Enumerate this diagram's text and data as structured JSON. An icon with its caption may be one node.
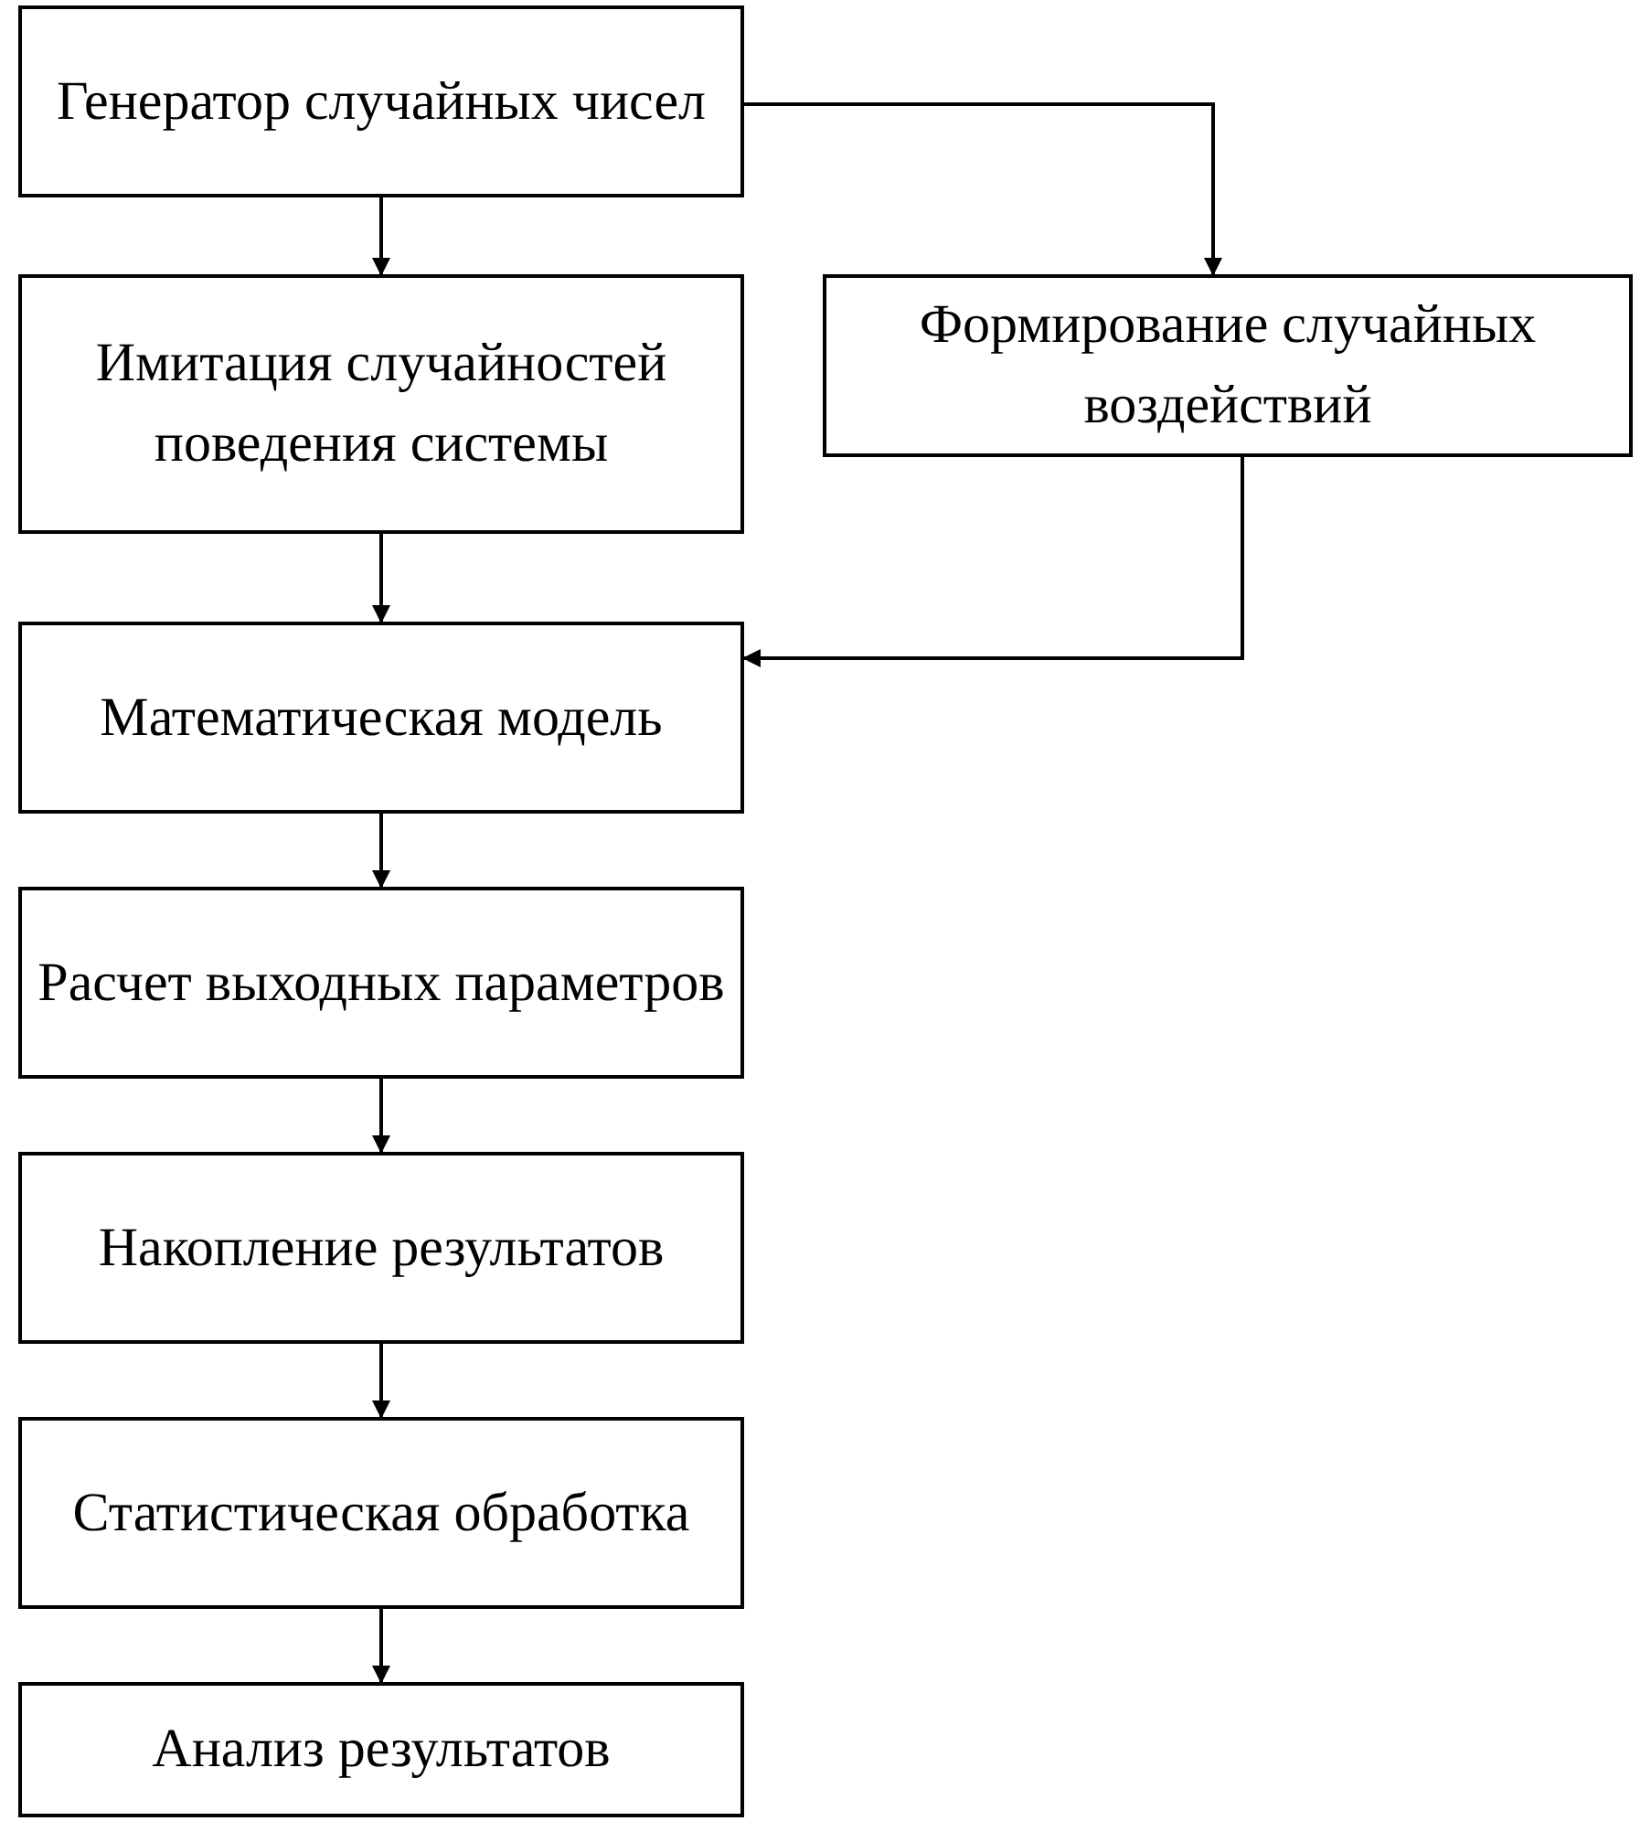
{
  "diagram": {
    "nodes": [
      {
        "text": [
          "Генератор случайных чисел"
        ]
      },
      {
        "text": [
          "Имитация случайностей поведения системы"
        ]
      },
      {
        "text": [
          "Формирование случайных воздействий"
        ]
      },
      {
        "text": [
          "Математическая модель"
        ]
      },
      {
        "text": [
          "Расчет выходных параметров"
        ]
      },
      {
        "text": [
          "Накопление результатов"
        ]
      },
      {
        "text": [
          "Статистическая обработка"
        ]
      },
      {
        "text": [
          "Анализ результатов"
        ]
      }
    ],
    "edges": [
      {
        "from": 0,
        "to": 1,
        "arrow": "to"
      },
      {
        "from": 0,
        "to": 2,
        "arrow": "to"
      },
      {
        "from": 1,
        "to": 3,
        "arrow": "to"
      },
      {
        "from": 2,
        "to": 3,
        "arrow": "to"
      },
      {
        "from": 3,
        "to": 4,
        "arrow": "to"
      },
      {
        "from": 4,
        "to": 5,
        "arrow": "to"
      },
      {
        "from": 5,
        "to": 6,
        "arrow": "to"
      },
      {
        "from": 6,
        "to": 7,
        "arrow": "to"
      }
    ]
  }
}
